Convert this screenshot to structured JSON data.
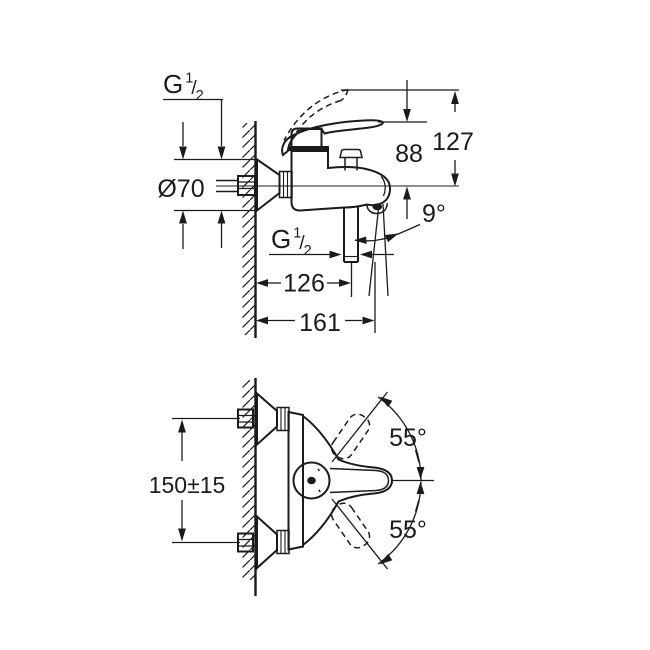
{
  "drawing": {
    "type": "technical-dimension-drawing",
    "subject": "wall-mounted single-lever bath mixer",
    "colors": {
      "background": "#ffffff",
      "ink": "#1b1b1b"
    }
  },
  "side_view": {
    "labels": {
      "inlet_thread": {
        "g": "G",
        "num": "1",
        "slash": "/",
        "den": "2"
      },
      "escutcheon_diameter": "Ø70",
      "height_lever": "88",
      "height_lever_raised": "127",
      "spout_angle": "9°",
      "outlet_thread": {
        "g": "G",
        "num": "1",
        "slash": "/",
        "den": "2"
      },
      "wall_to_shower_outlet": "126",
      "wall_to_spout_tip": "161"
    }
  },
  "plan_view": {
    "labels": {
      "mounting_center_distance": "150±15",
      "lever_swing_up": "55°",
      "lever_swing_down": "55°"
    }
  }
}
